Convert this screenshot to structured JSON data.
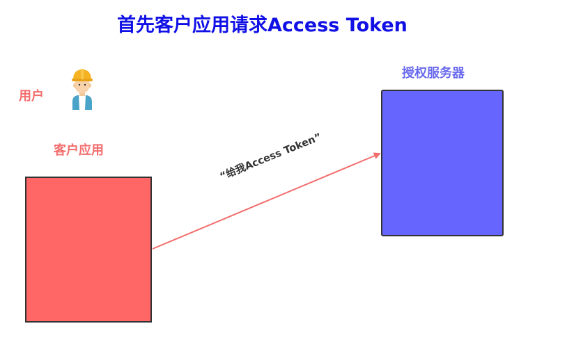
{
  "title": "首先客户应用请求Access Token",
  "nodes": {
    "user": {
      "label": "用户"
    },
    "client_app": {
      "label": "客户应用"
    },
    "auth_server": {
      "label": "授权服务器"
    }
  },
  "edges": [
    {
      "from": "client_app",
      "to": "auth_server",
      "label": "“给我Access Token”"
    }
  ],
  "colors": {
    "title": "#1111e6",
    "client_app": "#ff6666",
    "auth_server": "#6666ff",
    "arrow": "#f36d6d",
    "label_red": "#f36d6d",
    "label_blue": "#6a6aee"
  },
  "icons": {
    "user": "worker-with-hard-hat-icon"
  }
}
